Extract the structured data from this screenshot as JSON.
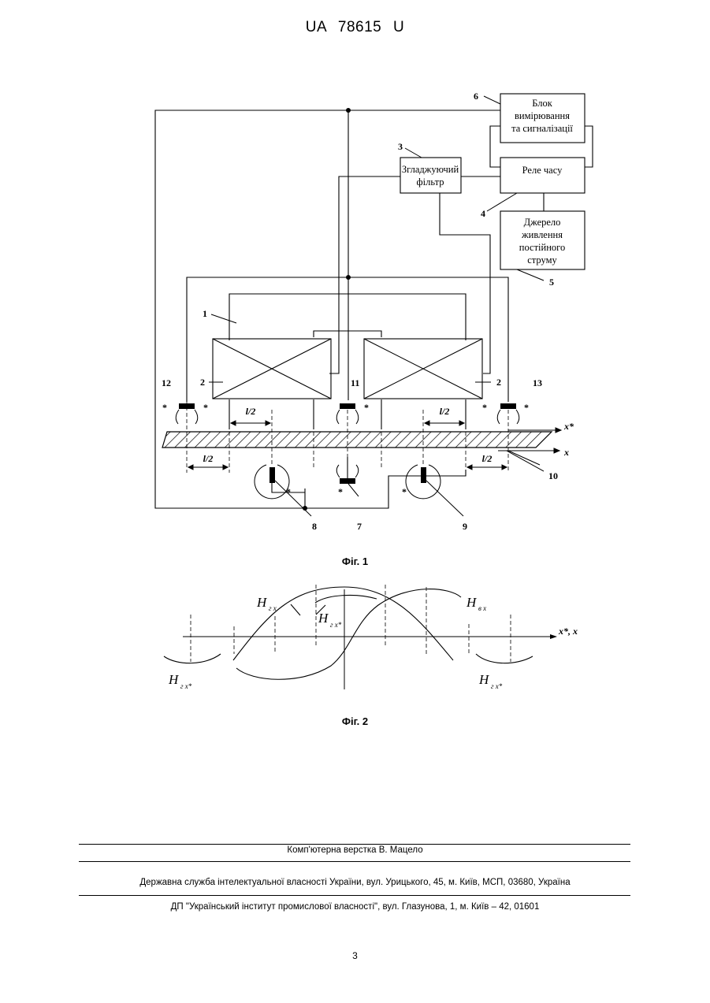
{
  "header": {
    "doc_number": "UA   78615   U"
  },
  "figure1": {
    "caption": "Фіг. 1",
    "blocks": {
      "measure": [
        "Блок",
        "вимірювання",
        "та сигналізації"
      ],
      "filter": [
        "Згладжуючий",
        "фільтр"
      ],
      "relay": [
        "Реле часу"
      ],
      "power": [
        "Джерело",
        "живлення",
        "постійного",
        "струму"
      ]
    },
    "numbers": {
      "n1": "1",
      "n2a": "2",
      "n2b": "2",
      "n3": "3",
      "n4": "4",
      "n5": "5",
      "n6": "6",
      "n7": "7",
      "n8": "8",
      "n9": "9",
      "n10": "10",
      "n11": "11",
      "n12": "12",
      "n13": "13"
    },
    "dimension_label": "l/2",
    "star": "*",
    "axis_top": "x*",
    "axis_bottom": "x"
  },
  "figure2": {
    "caption": "Фіг. 2",
    "axis_label": "x*, x",
    "curve_H_main": "H",
    "sub_gx": "г x",
    "sub_vx": "в x",
    "sub_gx_star": "г x*"
  },
  "footer": {
    "layout": "Комп'ютерна верстка В. Мацело",
    "agency": "Державна служба інтелектуальної власності України, вул. Урицького, 45, м. Київ, МСП, 03680, Україна",
    "institute": "ДП \"Український інститут промислової власності\", вул. Глазунова, 1, м. Київ – 42, 01601",
    "page": "3"
  },
  "colors": {
    "ink": "#000000",
    "paper": "#ffffff"
  }
}
